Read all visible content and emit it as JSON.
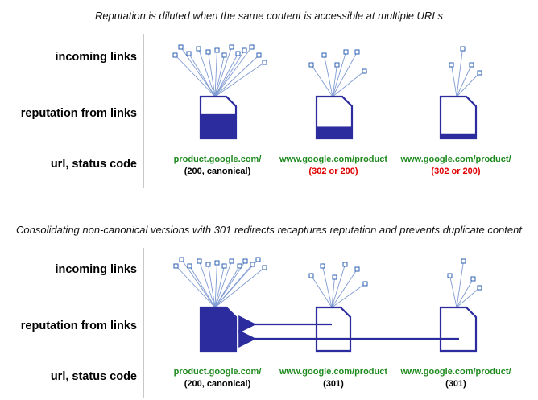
{
  "top": {
    "caption": "Reputation is diluted when the same content is accessible at multiple URLs",
    "labels": {
      "incoming": "incoming links",
      "reputation": "reputation from links",
      "url_status": "url, status code"
    },
    "columns": [
      {
        "url": "product.google.com/",
        "status": "(200, canonical)",
        "status_color": "#000000",
        "link_count": 13,
        "reputation_fraction": 0.58
      },
      {
        "url": "www.google.com/product",
        "status": "(302 or 200)",
        "status_color": "#e00000",
        "link_count": 6,
        "reputation_fraction": 0.28
      },
      {
        "url": "www.google.com/product/",
        "status": "(302 or 200)",
        "status_color": "#e00000",
        "link_count": 4,
        "reputation_fraction": 0.12
      }
    ]
  },
  "bottom": {
    "caption": "Consolidating non-canonical versions with 301 redirects recaptures reputation and prevents duplicate content",
    "labels": {
      "incoming": "incoming links",
      "reputation": "reputation from links",
      "url_status": "url, status code"
    },
    "columns": [
      {
        "url": "product.google.com/",
        "status": "(200, canonical)",
        "status_color": "#000000",
        "link_count": 13,
        "reputation_fraction": 1.0
      },
      {
        "url": "www.google.com/product",
        "status": "(301)",
        "status_color": "#000000",
        "link_count": 6,
        "reputation_fraction": 0.0
      },
      {
        "url": "www.google.com/product/",
        "status": "(301)",
        "status_color": "#000000",
        "link_count": 4,
        "reputation_fraction": 0.0
      }
    ]
  },
  "colors": {
    "document_stroke": "#2c2c9e",
    "reputation_fill": "#2c2c9e",
    "link_line": "#7f9bd2",
    "link_node": "#2c5fb0",
    "arrow": "#2c2c9e"
  }
}
